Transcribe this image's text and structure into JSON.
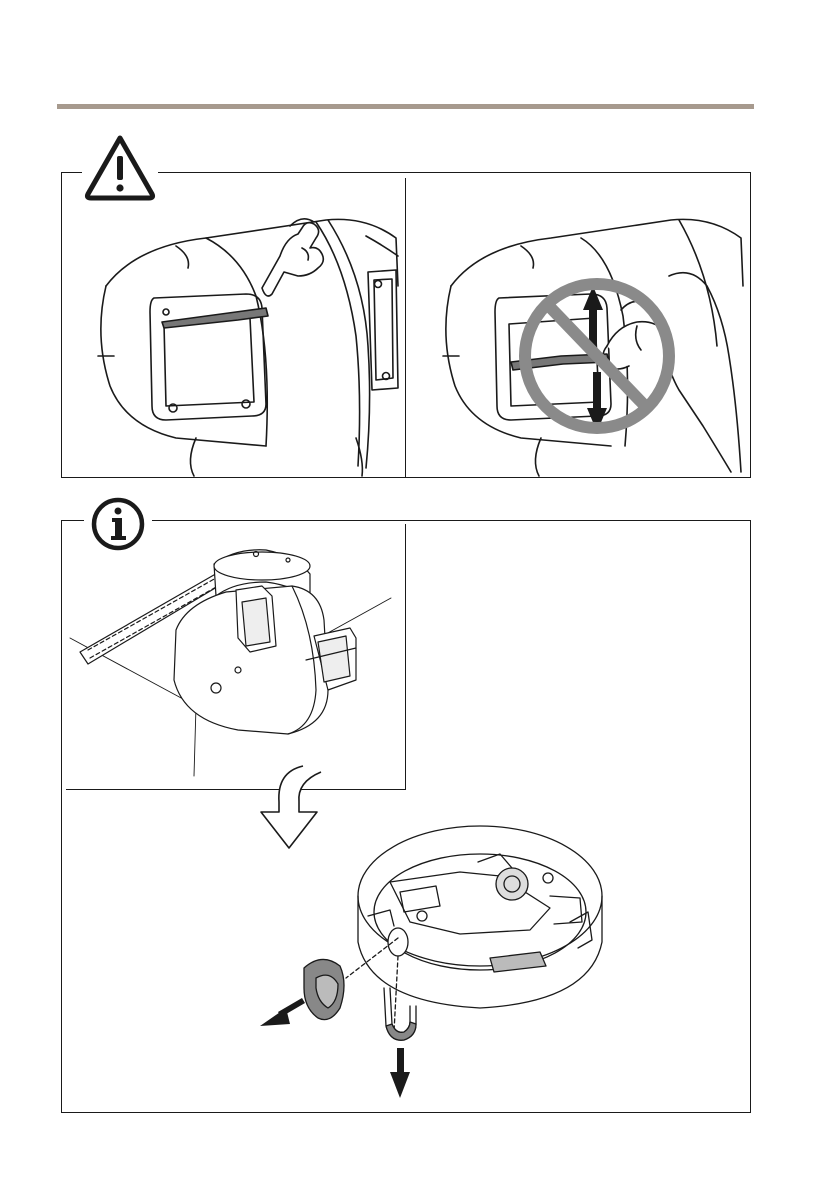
{
  "page": {
    "rule_color": "#a79a8e",
    "line_color": "#1a1a1a",
    "prohibition_color": "#8a8a8a"
  },
  "sections": [
    {
      "icon": "warning-triangle-icon",
      "panels": [
        {
          "illustration": "camera-housing-front-window-with-finger-touch"
        },
        {
          "illustration": "camera-housing-wiper-move-up-down-prohibited",
          "overlay": "prohibition-icon"
        }
      ]
    },
    {
      "icon": "info-circle-icon",
      "panels": [
        {
          "illustration": "ptz-camera-mounted-on-wall-bracket"
        },
        {
          "illustration": "junction-box-remove-plug-and-clip"
        }
      ]
    }
  ]
}
